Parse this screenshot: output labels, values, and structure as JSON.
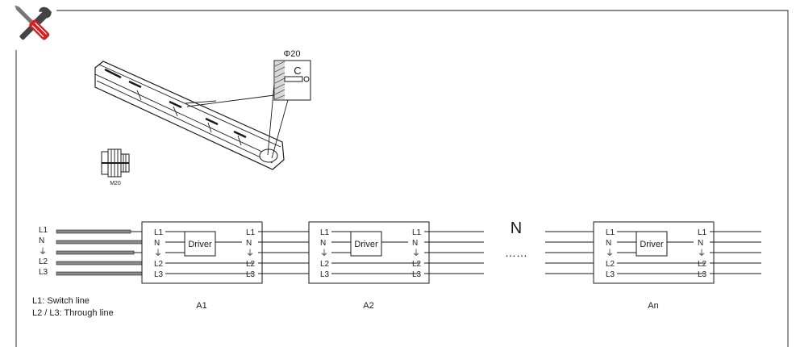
{
  "frame": {
    "tool_icon": "wrench-screwdriver-icon"
  },
  "fixture": {
    "hole_label": "Φ20",
    "gland_label": "M20"
  },
  "wiring": {
    "input_labels": [
      "L1",
      "N",
      "⏚",
      "L2",
      "L3"
    ],
    "side_labels": [
      "L1",
      "N",
      "⏚",
      "L2",
      "L3"
    ],
    "driver_label": "Driver",
    "ellipsis": "……",
    "n_label": "N",
    "units": [
      {
        "label": "A1"
      },
      {
        "label": "A2"
      },
      {
        "label": "An"
      }
    ],
    "legend": [
      "L1: Switch line",
      "L2 / L3: Through line"
    ]
  }
}
